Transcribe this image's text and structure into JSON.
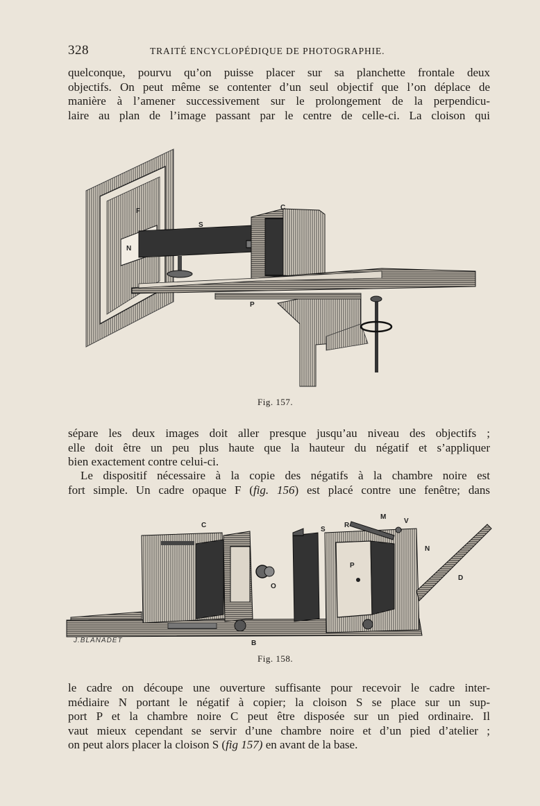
{
  "header": {
    "page_number": "328",
    "title": "TRAITÉ ENCYCLOPÉDIQUE DE PHOTOGRAPHIE."
  },
  "para1": {
    "lines": [
      "quelconque, pourvu qu’on puisse placer sur sa planchette frontale deux",
      "objectifs. On peut même se contenter d’un seul objectif que l’on déplace de",
      "manière à l’amener successivement sur le prolongement de la perpendicu-",
      "laire au plan de l’image passant par le centre de celle-ci. La cloison qui"
    ]
  },
  "figure157": {
    "caption": "Fig. 157.",
    "labels": {
      "F": "F",
      "S": "S",
      "C": "C",
      "N": "N",
      "P": "P"
    }
  },
  "para2": {
    "lines": [
      "sépare les deux images doit aller presque jusqu’au niveau des objectifs ;",
      "elle doit être un peu plus haute que la hauteur du négatif et s’appliquer",
      "bien exactement contre celui-ci."
    ]
  },
  "para3": {
    "line1": "Le dispositif nécessaire à la copie des négatifs à la chambre noire est",
    "line2_before": "fort simple. Un cadre opaque F (",
    "line2_ref": "fig. 156",
    "line2_after": ") est placé contre une fenêtre; dans"
  },
  "figure158": {
    "caption": "Fig. 158.",
    "signature": "J.BLANADET",
    "labels": {
      "C": "C",
      "S": "S",
      "R": "R",
      "M": "M",
      "V": "V",
      "N": "N",
      "P": "P",
      "O": "O",
      "D": "D",
      "B": "B"
    }
  },
  "para4": {
    "lines": [
      "le cadre on découpe une ouverture suffisante pour recevoir le cadre inter-",
      "médiaire N portant le négatif à copier; la cloison S se place sur un sup-",
      "port P et la chambre noire C peut être disposée sur un pied ordinaire. Il",
      "vaut mieux cependant se servir d’une chambre noire et d’un pied d’atelier ;"
    ],
    "last_before": "on peut alors placer la cloison S (",
    "last_ref": "fig 157)",
    "last_after": " en avant de la base."
  }
}
